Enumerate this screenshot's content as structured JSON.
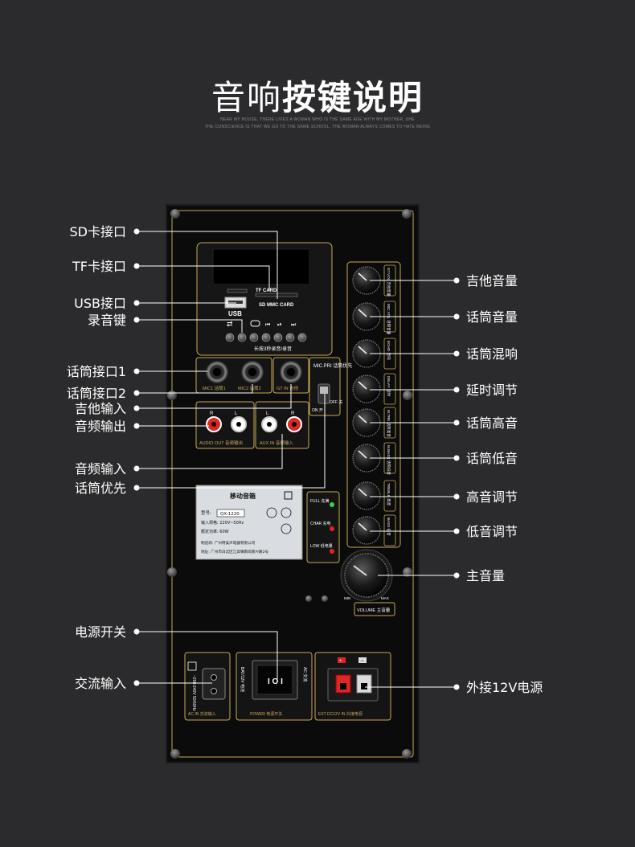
{
  "title": {
    "light": "音响",
    "bold": "按键说明"
  },
  "subtitle_lines": [
    "NEAR MY HOUSE, THERE LIVES A WOMAN WHO IS THE SAME AGE WITH MY MOTHER, SHE",
    "THE CONSCIENCE IS THAT WE GO TO THE SAME SCHOOL, THE WOMAN ALWAYS COMES TO HATE BEING"
  ],
  "left_labels": [
    "SD卡接口",
    "TF卡接口",
    "USB接口",
    "录音键",
    "话筒接口1",
    "话筒接口2",
    "吉他输入",
    "音频输出",
    "音频输入",
    "话筒优先",
    "电源开关",
    "交流输入"
  ],
  "right_labels": [
    "吉他音量",
    "话筒音量",
    "话筒混响",
    "延时调节",
    "话筒高音",
    "话筒低音",
    "高音调节",
    "低音调节",
    "主音量",
    "外接12V电源"
  ],
  "panel": {
    "tf_card": "TF CARD",
    "sd_card": "SD MMC CARD",
    "usb": "USB",
    "record_hint": "长按3秒录音/录音",
    "mic1": "MIC1 话筒1",
    "mic2": "MIC2 话筒2",
    "guitar": "GT IN 吉他",
    "mic_pri": "MIC.PRI 话筒优先",
    "on": "ON 开",
    "off": "OFF 关",
    "audio_out": "AUDIO OUT 音频输出",
    "aux_in": "AUX IN 音频输入",
    "knob_labels": [
      "GT.VOL 吉他音量",
      "MIC.VOL 话筒音量",
      "ECHO 混响",
      "DELAY 延时",
      "M.TRE 话筒高音",
      "M.BASS 话筒低音",
      "TREBLE 高音",
      "BASS 低音"
    ],
    "volume": "VOLUME 主音量",
    "vol_min": "MIN",
    "vol_max": "MAX",
    "full": "FULL 充满",
    "char": "CHAR 充电",
    "low": "LOW 低电量",
    "ac_in": "AC IN 交流输入",
    "ac_spec": "~200-240V 50/60Hz",
    "power": "POWER 电源开关",
    "bat": "BAT/12V 电池",
    "ac": "AC 交流",
    "ext_dc": "EXT DC12V IN 外接电源",
    "nameplate": {
      "title": "移动音箱",
      "model_label": "型号:",
      "model": "QX-1220",
      "input": "输入规格: 220V~50Hz",
      "power": "额定功率: 60W",
      "maker": "制造商: 广州特美声电器有限公司",
      "address": "地址: 广州市白云区江高镇南岗南兴路2号"
    }
  },
  "colors": {
    "bg": "#2b2b2d",
    "panel": "#0b0b0b",
    "gold": "#c9a85a",
    "led_green": "#3fd14a",
    "led_red": "#e02525"
  }
}
